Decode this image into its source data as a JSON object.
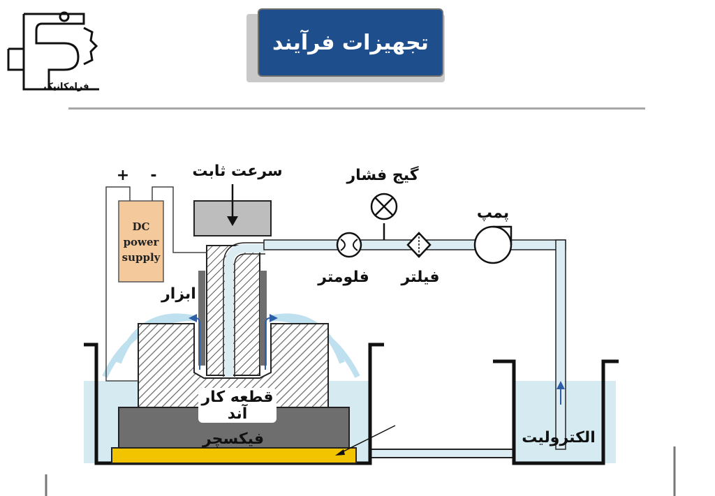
{
  "brand": {
    "logo_text": "فرامکانیک"
  },
  "header": {
    "title": "تجهیزات فرآیند"
  },
  "diagram": {
    "labels": {
      "constant_speed": "سرعت ثابت",
      "pressure_gauge": "گیج فشار",
      "pump": "پمپ",
      "flowmeter": "فلومتر",
      "filter": "فیلتر",
      "tool": "ابزار",
      "workpiece_line1": "قطعه کار",
      "workpiece_line2": "آند",
      "fixture": "فیکسچر",
      "electrolyte": "الکترولیت",
      "plus": "+",
      "minus": "-",
      "psu_line1": "DC",
      "psu_line2": "power",
      "psu_line3": "supply"
    }
  },
  "colors": {
    "title_bg": "#1f4e8c",
    "electrolyte": "#d6eaf2",
    "pipe": "#dcecf3",
    "psu": "#f4c99c",
    "fixture": "#6e6e6e",
    "base": "#f2c400",
    "arrow": "#2d5fa8"
  }
}
